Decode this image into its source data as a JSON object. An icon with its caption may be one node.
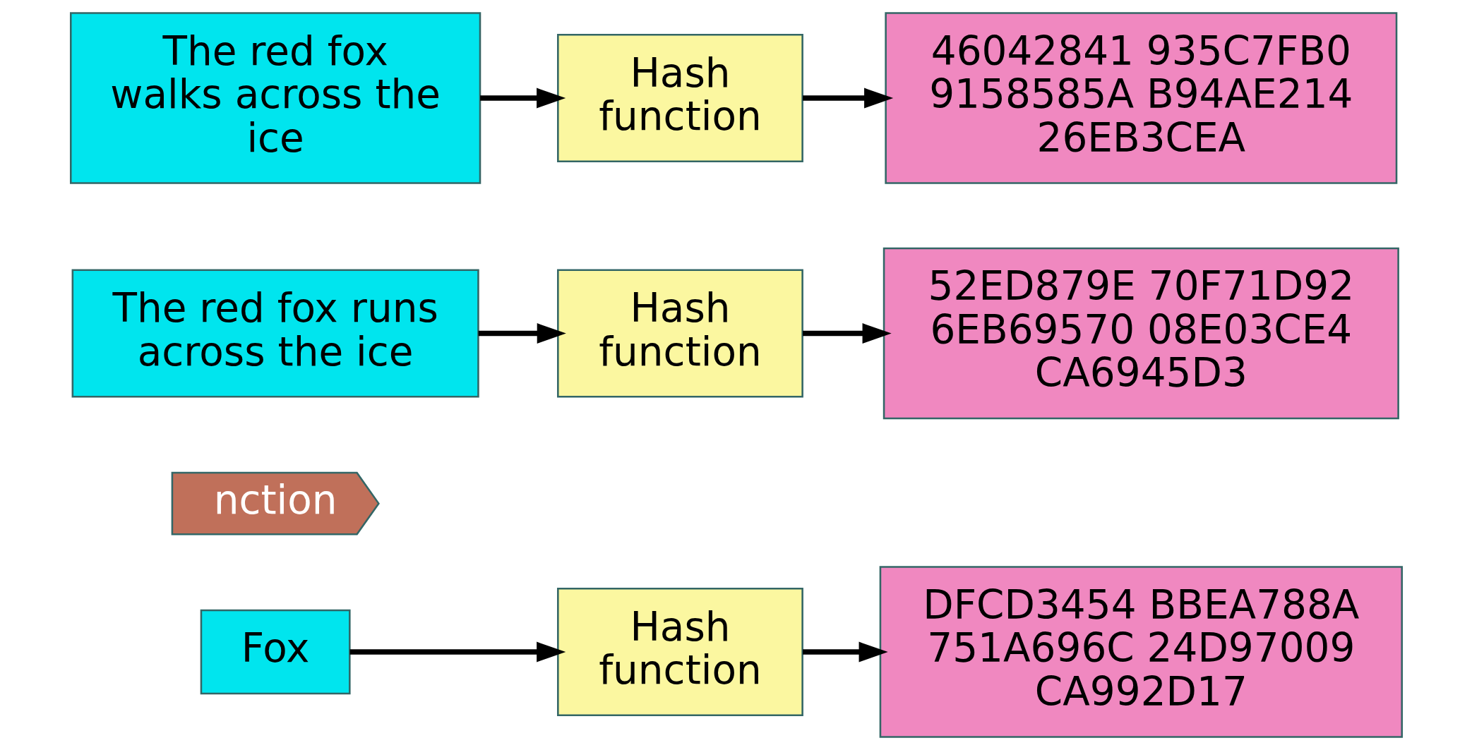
{
  "diagram": {
    "nodes": [
      {
        "text": [
          "Fox"
        ]
      },
      {
        "text": [
          "Hash function"
        ]
      },
      {
        "text": [
          "DFCD3454 BBEA788A 751A696C 24D97009 CA992D17"
        ]
      },
      {
        "text": [
          "nction"
        ]
      },
      {
        "text": [
          "The red fox runs across the ice"
        ]
      },
      {
        "text": [
          "Hash function"
        ]
      },
      {
        "text": [
          "52ED879E 70F71D92 6EB69570 08E03CE4 CA6945D3"
        ]
      },
      {
        "text": [
          "The red fox walks across the ice"
        ]
      },
      {
        "text": [
          "Hash function"
        ]
      },
      {
        "text": [
          "46042841 935C7FB0 9158585A B94AE214 26EB3CEA"
        ]
      }
    ],
    "edges": [
      {
        "from": 0,
        "to": 1,
        "arrow": "to"
      },
      {
        "from": 1,
        "to": 2,
        "arrow": "to"
      },
      {
        "from": 4,
        "to": 5,
        "arrow": "to"
      },
      {
        "from": 5,
        "to": 6,
        "arrow": "to"
      },
      {
        "from": 7,
        "to": 8,
        "arrow": "to"
      },
      {
        "from": 8,
        "to": 9,
        "arrow": "to"
      }
    ]
  }
}
